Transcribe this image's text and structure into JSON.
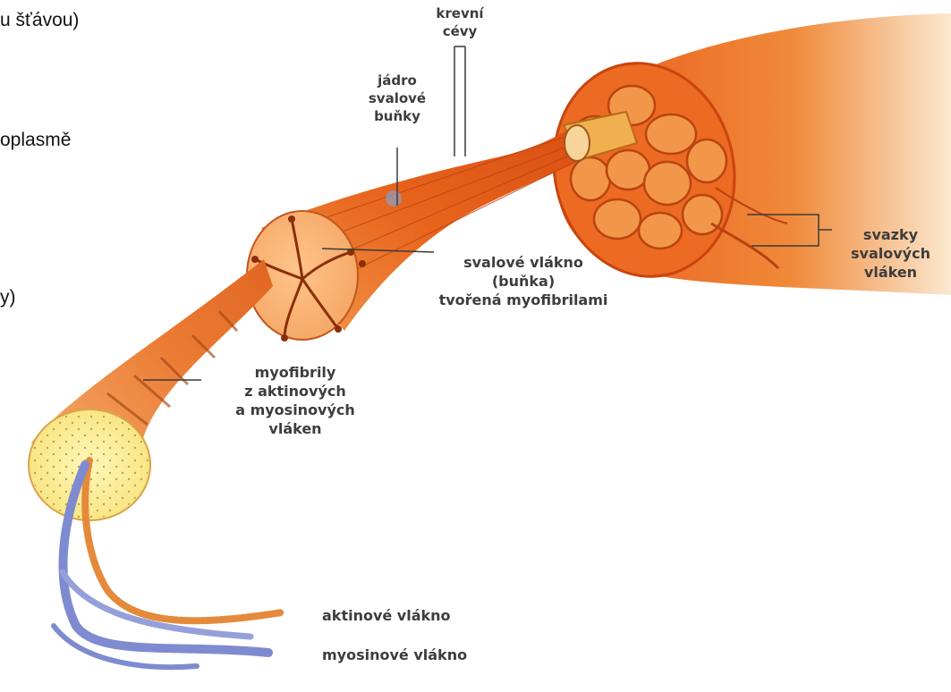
{
  "side_text": {
    "line1": "u šťávou)",
    "line2": "oplasmě",
    "line3": "y)"
  },
  "labels": {
    "blood_vessels": [
      "krevní",
      "cévy"
    ],
    "nucleus": [
      "jádro",
      "svalové",
      "buňky"
    ],
    "muscle_fiber": [
      "svalové vlákno",
      "(buňka)",
      "tvořená myofibrilami"
    ],
    "bundles": [
      "svazky",
      "svalových",
      "vláken"
    ],
    "myofibrils": [
      "myofibrily",
      "z aktinových",
      "a myosinových",
      "vláken"
    ],
    "actin": "aktinové vlákno",
    "myosin": "myosinové vlákno"
  },
  "colors": {
    "muscle_orange": "#e8621a",
    "muscle_light": "#f6a15a",
    "myofibril_yellow": "#fbe98a",
    "myosin_blue": "#7f8bd0",
    "leader_line": "#3a3a3a"
  }
}
